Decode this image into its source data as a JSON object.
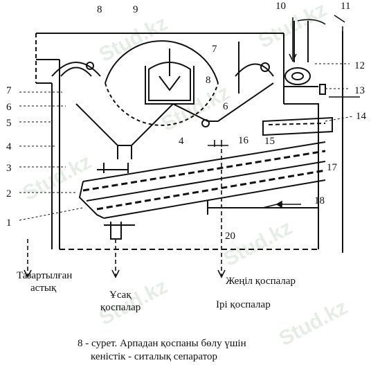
{
  "watermark": {
    "text": "Stud.kz"
  },
  "diagram": {
    "numbers": [
      "1",
      "2",
      "3",
      "4",
      "5",
      "6",
      "7",
      "8",
      "9",
      "10",
      "11",
      "12",
      "13",
      "14",
      "15",
      "16",
      "17",
      "18",
      "20"
    ],
    "extra_numbers": {
      "n4b": "4",
      "n6b": "6",
      "n7b": "7",
      "n8b": "8"
    },
    "outputs": {
      "cleaned_line1": "Тазартылған",
      "cleaned_line2": "астық",
      "short_line1": "Ұсақ",
      "short_line2": "қоспалар",
      "light": "Жеңіл қоспалар",
      "large": "Ірі қоспалар"
    }
  },
  "caption": {
    "line1": "8 - сурет. Арпадан қоспаны бөлу үшін",
    "line2": "кеністік - ситалық сепаратор"
  },
  "colors": {
    "ink": "#111111",
    "watermark": "#e6ede6",
    "background": "#ffffff"
  }
}
